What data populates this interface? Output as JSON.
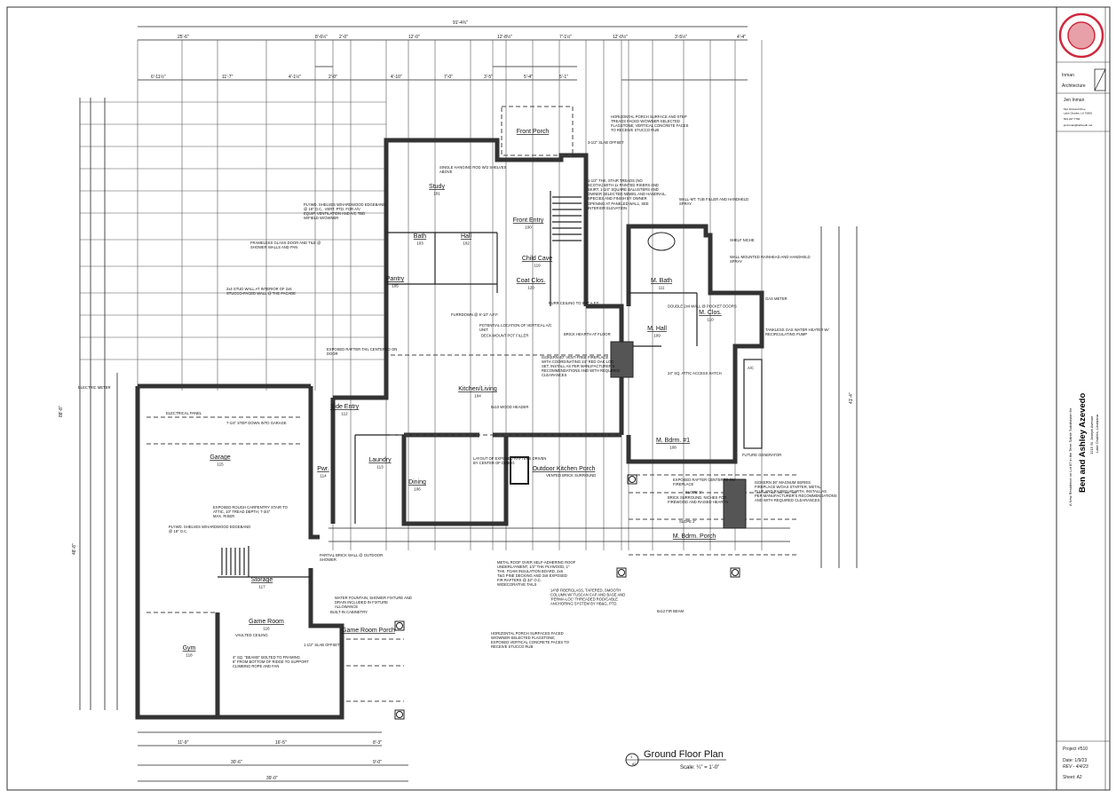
{
  "title_block": {
    "firm_line1": "Inman",
    "firm_line2": "Architecture",
    "architect": "Jen Inman",
    "address1": "512 Orchard Drive",
    "address2": "Lake Charles, LA 70605",
    "phone": "504.247.7794",
    "email": "jeninman@bellsouth.net",
    "project_intro": "A New Residence on Lot 87 in the Terre Sainte Subdivision for",
    "client": "Ben and Ashley Azevedo",
    "site_address1": "1215 St. Joseph Avenue",
    "site_address2": "Lake Charles, Louisiana",
    "project_no": "Project #510",
    "date": "Date: 1/9/23",
    "rev": "REV - 4/4/23",
    "sheet": "Sheet: A2"
  },
  "drawing": {
    "title": "Ground Floor Plan",
    "scale": "Scale: ¼\" = 1'-0\"",
    "ref_num": "1",
    "ref_sheet": "A2"
  },
  "rooms": [
    {
      "name": "Study",
      "num": "101"
    },
    {
      "name": "Front Entry",
      "num": "100"
    },
    {
      "name": "Bath",
      "num": "103"
    },
    {
      "name": "Hall",
      "num": "102"
    },
    {
      "name": "Pantry",
      "num": "105"
    },
    {
      "name": "Child Cave",
      "num": "119"
    },
    {
      "name": "Coat Clos.",
      "num": "120"
    },
    {
      "name": "M. Bath",
      "num": "111"
    },
    {
      "name": "M. Clos.",
      "num": "110"
    },
    {
      "name": "M. Hall",
      "num": "109"
    },
    {
      "name": "Kitchen/Living",
      "num": "104"
    },
    {
      "name": "M. Bdrm. #1",
      "num": "108"
    },
    {
      "name": "Side Entry",
      "num": "112"
    },
    {
      "name": "Laundry",
      "num": "113"
    },
    {
      "name": "Dining",
      "num": "106"
    },
    {
      "name": "Outdoor Kitchen Porch",
      "num": ""
    },
    {
      "name": "M. Bdrm. Porch",
      "num": ""
    },
    {
      "name": "Garage",
      "num": "115"
    },
    {
      "name": "Storage",
      "num": "117"
    },
    {
      "name": "Game Room",
      "num": "116"
    },
    {
      "name": "Gym",
      "num": "118"
    },
    {
      "name": "Game Room Porch",
      "num": ""
    },
    {
      "name": "Front Porch",
      "num": ""
    },
    {
      "name": "Pwr.",
      "num": "114"
    }
  ],
  "notes": [
    "HORIZONTAL PORCH SURFACE AND STEP TREADS FACED W/OWNER-SELECTED FLAGSTONE; VERTICAL CONCRETE FACES TO RECEIVE STUCCO RUB",
    "3-1/2\" SLAB OFFSET",
    "SINGLE HANGING ROD W/2 SHELVES ABOVE",
    "1-1/2\" THK. STAIR TREADS (NO SCOTIA) WITH 1x PAINTED RISERS AND SKIRT, 1-1/4\" SQUARE BALUSTERS AND OWNER SELECTED NEWEL AND HANDRAIL, SPECIES AND FINISH BY OWNER",
    "OPENING AT PANELED WALL, SEE INTERIOR ELEVATION",
    "PLYWD. SHELVES W/HARDWOOD EDGEBAND @ 18\" O.C., VERT. PTD. FOR A/V EQUIP. VENTILATION AND A/C TBD W/FIELD W/OWNER",
    "FRAMELESS GLASS DOOR AND TILE @ SHOWER WALLS AND PAN",
    "2x4 STUD WALL AT INTERIOR OF 2x6 STUCCO-FACED WALL @ THE FACADE",
    "POTENTIAL LOCATION OF VERTICAL A/C UNIT",
    "DECK-MOUNT POT FILLER",
    "FURRDOWN @ 9'-10\" A.F.F.",
    "FURR CEILING TO 9'-0\" A.F.F.",
    "WALL-MT. TUB FILLER AND HANDHELD SPRAY",
    "SHELF NICHE",
    "WALL-MOUNTED RAINHEAD AND HANDHELD SPRAY",
    "GAS METER",
    "DOUBLE 2x4 WALL @ POCKET DOORS",
    "TANKLESS GAS WATER HEATER W/ RECIRCULATING PUMP",
    "24\" SQ. ATTIC ACCESS HATCH",
    "EXPOSED RAFTER TAIL CENTERED ON DOOR",
    "BRICK HEARTH AT FLOOR",
    "ISOKERN 40\" VENT-FREE FIREPLACE WITH COORDINATING 24\" RED OAK LOG SET, INSTALL AS PER MANUFACTURER'S RECOMMENDATIONS AND WITH REQUIRED CLEARANCES",
    "8x10 WOOD HEADER",
    "ELECTRIC METER",
    "ELECTRICAL PANEL",
    "7-1/4\" STEP DOWN INTO GARAGE",
    "LAYOUT OF EXPOSED RAFTERS DRIVEN BY CENTER OF DINING",
    "VENTED BRICK SURROUND",
    "FUTURE GENERATOR",
    "EXPOSED RAFTER CENTERED ON FIREPLACE",
    "BRICK SURROUND, NICHES FOR FIREWOOD AND RAISED HEARTH",
    "ISOKERN 36\" MAGNUM SERIES FIREPLACE W/OAS STARTER, METAL FLUE AND RAISED HEARTH, INSTALL AS PER MANUFACTURER'S RECOMMENDATIONS AND WITH REQUIRED CLEARANCES",
    "EXPOSED ROUGH CARPENTRY STAIR TO ATTIC, 10\" TREAD DEPTH, 7-3/4\" MAX. RISER",
    "PLYWD. SHELVES W/HARDWOOD EDGEBAND @ 18\" O.C.",
    "PARTIAL BRICK WALL @ OUTDOOR SHOWER",
    "WATER FOUNTAIN, SHOWER FIXTURE AND DRAIN INCLUDED IN FIXTURE ALLOWANCE",
    "BUILT-IN CABINETRY",
    "VAULTED CEILING",
    "1-1/2\" SLAB OFFSET",
    "4\" SQ. \"BEAMS\" BOLTED TO FRAMING 6\" FROM BOTTOM OF RIDGE TO SUPPORT CLIMBING ROPE AND FAN",
    "METAL ROOF OVER SELF-ADHERING ROOF UNDERLAYMENT, 1/2\" THK PLYWOOD, 1\" THK. FOAM INSULATION BOARD, 2x6 T&G PINE DECKING AND 2x8 EXPOSED FIR RAFTERS @ 32\" O.C. W/DECORATIVE TAILS",
    "14\"Ø FIBERGLASS, TAPERED, SMOOTH COLUMN W/ TUSCAN CAP AND BASE AND 'PERMA-LOC' THREADED ROD/CABLE ANCHORING SYSTEM BY HB&G, PTD.",
    "6x12 FIR BEAM",
    "HORIZONTAL PORCH SURFACES FACED W/OWNER-SELECTED FLAGSTONE; EXPOSED VERTICAL CONCRETE FACES TO RECEIVE STUCCO RUB",
    "SLOPE 1\"",
    "SLOPE 2\"",
    "A/C"
  ],
  "dimensions": {
    "overall_top": "91'-4¾\"",
    "top_row": [
      "25'-6\"",
      "8'-6½\"",
      "2'-0\"",
      "12'-0\"",
      "12'-8½\"",
      "7'-1½\"",
      "12'-0½\"",
      "3'-5½\"",
      "4'-4\""
    ],
    "second_row": [
      "6'-11½\"",
      "11'-7\"",
      "4'-1½\"",
      "2'-0\"",
      "4'-10\"",
      "7'-0\"",
      "3'-5\"",
      "5'-4\"",
      "5'-1\""
    ],
    "overall_left": "88'-8\"",
    "left_lower": "48'-8\"",
    "overall_right": "41'-4\"",
    "bottom_row": [
      "39'-0\"",
      "30'-6\"",
      "16'-5\"",
      "11'-9\"",
      "9'-0\"",
      "8'-3\""
    ]
  },
  "colors": {
    "line": "#222222",
    "wall_fill": "#555555",
    "stamp": "#d0283c"
  }
}
